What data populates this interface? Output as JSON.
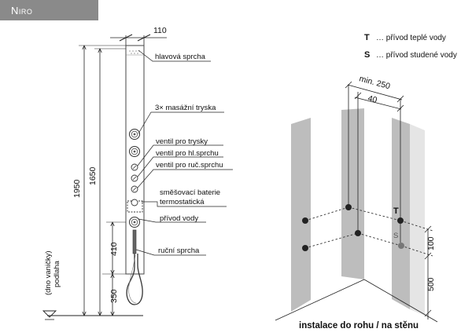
{
  "header": {
    "brand": "Niro"
  },
  "legend": {
    "items": [
      {
        "key": "T",
        "text": "… přívod teplé vody"
      },
      {
        "key": "S",
        "text": "… přívod studené vody"
      }
    ]
  },
  "panel_diagram": {
    "dimensions": {
      "width_top": "110",
      "total_height": "1950",
      "head_height": "1650",
      "supply_height": "410",
      "base_height": "350"
    },
    "floor_label": [
      "(dno vaničky)",
      "podlaha"
    ],
    "parts": [
      "hlavová sprcha",
      "3× masážní tryska",
      "ventil pro trysky",
      "ventil pro hl.sprchu",
      "ventil pro ruč.sprchu",
      "směšovací baterie",
      "termostatická",
      "přívod vody",
      "ruční sprcha"
    ]
  },
  "install_diagram": {
    "dimensions": {
      "min_gap": "min. 250",
      "offset": "40",
      "pipe_spacing": "100",
      "pipe_height": "500"
    },
    "labels": {
      "hot": "T",
      "cold": "S"
    },
    "caption": "instalace do rohu / na stěnu"
  },
  "colors": {
    "badge": "#8a8a8a",
    "wall": "#bdbdbd",
    "wall_light": "#d9d9d9",
    "line": "#222222"
  }
}
